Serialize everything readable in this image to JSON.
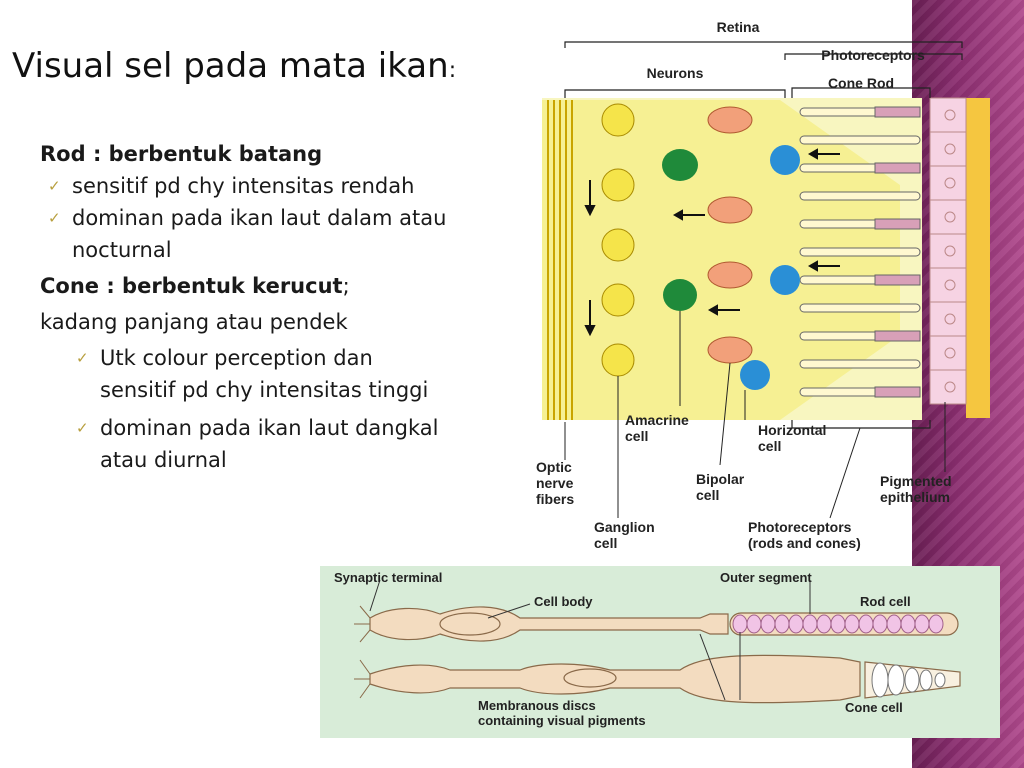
{
  "slide": {
    "title": "Visual sel pada mata ikan",
    "title_colon": ":",
    "rod_heading": "Rod : berbentuk batang",
    "rod_points": [
      "sensitif pd chy intensitas rendah",
      "dominan pada ikan laut dalam atau",
      "nocturnal"
    ],
    "cone_heading": "Cone : berbentuk kerucut",
    "cone_heading_suffix": ";",
    "cone_subline": "kadang panjang atau pendek",
    "cone_points": [
      "Utk colour perception dan",
      "sensitif pd chy intensitas tinggi",
      "dominan pada ikan laut dangkal",
      "atau diurnal"
    ]
  },
  "retina_figure": {
    "labels": {
      "retina": "Retina",
      "photoreceptors_top": "Photoreceptors",
      "neurons": "Neurons",
      "cone_rod": "Cone Rod",
      "amacrine": "Amacrine",
      "amacrine2": "cell",
      "horizontal": "Horizontal",
      "horizontal2": "cell",
      "optic": "Optic",
      "optic2": "nerve",
      "optic3": "fibers",
      "bipolar": "Bipolar",
      "bipolar2": "cell",
      "pigmented": "Pigmented",
      "pigmented2": "epithelium",
      "ganglion": "Ganglion",
      "ganglion2": "cell",
      "photoreceptors_bottom": "Photoreceptors",
      "photoreceptors_bottom2": "(rods and cones)"
    },
    "colors": {
      "yellow": "#f5e44a",
      "cell_pink": "#f2a07a",
      "green": "#1f8a3a",
      "blue": "#2a8fd6",
      "epithelium": "#f6d3e3",
      "background": "#f8f6c0"
    }
  },
  "cell_figure": {
    "labels": {
      "synaptic_terminal": "Synaptic terminal",
      "outer_segment": "Outer segment",
      "cell_body": "Cell body",
      "rod_cell": "Rod cell",
      "membranous": "Membranous discs",
      "membranous2": "containing visual pigments",
      "cone_cell": "Cone cell"
    },
    "colors": {
      "panel": "#d8ecd8",
      "cell": "#f3dcc0",
      "disc": "#f1c4e6"
    }
  }
}
